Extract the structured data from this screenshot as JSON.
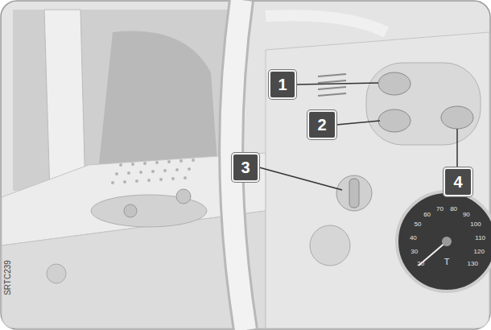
{
  "diagram": {
    "labels": [
      "1",
      "2",
      "3",
      "4",
      "SRTC239",
      "T",
      "20",
      "30",
      "40",
      "50",
      "60",
      "70",
      "80",
      "90",
      "100",
      "110",
      "120",
      "130"
    ]
  }
}
